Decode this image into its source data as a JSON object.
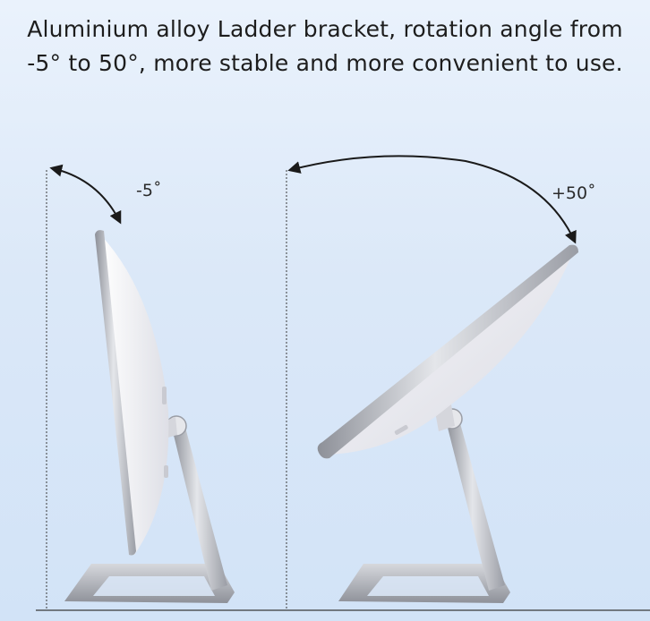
{
  "headline": {
    "line1": "Aluminium alloy Ladder bracket, rotation angle from",
    "line2": "-5° to 50°,  more stable and more convenient to use."
  },
  "views": {
    "left": {
      "angle_label": "-5˚"
    },
    "right": {
      "angle_label": "+50˚"
    }
  },
  "colors": {
    "background_top": "#eaf2fc",
    "background_bottom": "#d2e3f7",
    "text": "#1d1d1d",
    "device_body": "#eeeef3",
    "aluminium": "#b9bcc4"
  }
}
